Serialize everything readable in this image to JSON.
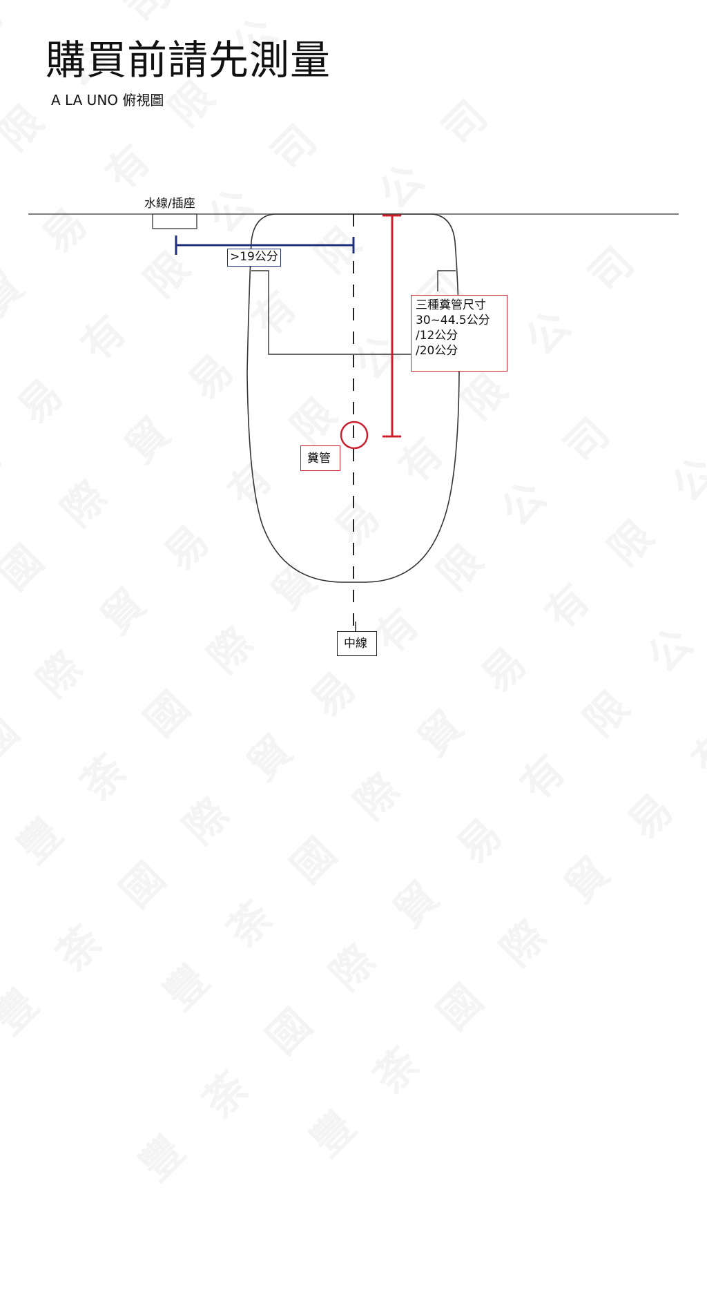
{
  "header": {
    "title": "購買前請先測量",
    "subtitle": "A LA UNO 俯視圖"
  },
  "watermark": {
    "text": "豐荼國際貿易有限公司"
  },
  "diagram": {
    "view": "top view of toilet seat against wall",
    "labels": {
      "water_outlet": "水線/插座",
      "min_distance": ">19公分",
      "pipe_sizes_title": "三種糞管尺寸",
      "pipe_sizes_line1": "30~44.5公分",
      "pipe_sizes_line2": "/12公分",
      "pipe_sizes_line3": "/20公分",
      "drain_pipe": "糞管",
      "center_line": "中線"
    },
    "colors": {
      "outline": "#333333",
      "distance_marker": "#1f2f7a",
      "pipe_marker": "#cc1f2d",
      "watermark": "#f4f4f4"
    }
  }
}
